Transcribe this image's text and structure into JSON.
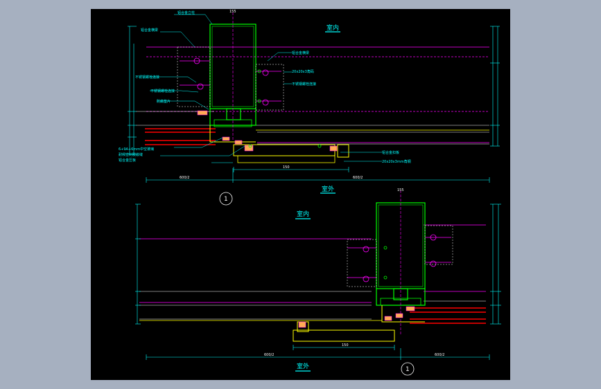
{
  "colors": {
    "background": "#a6b0c0",
    "viewport": "#000000",
    "cyan": "#00ffff",
    "green": "#00ff00",
    "magenta": "#ff00ff",
    "red": "#ff0000",
    "yellow": "#ffff00",
    "white": "#ffffff"
  },
  "sections": {
    "top": {
      "interior_label": "室内",
      "exterior_label": "室外",
      "detail_number": "1",
      "notes": [
        "铝合金立柱",
        "铝合金横梁",
        "铝合金横梁",
        "不锈钢螺栓连接",
        "20x20x3角码",
        "不锈钢螺栓连接",
        "防腐垫片",
        "6+9A+6mm中空玻璃",
        "耐候密封胶嵌缝",
        "铝合金压板",
        "铝合金扣板",
        "20x20x3mm角钢"
      ],
      "dims": [
        "150",
        "155",
        "600/2",
        "600/2"
      ]
    },
    "bottom": {
      "interior_label": "室内",
      "exterior_label": "室外",
      "detail_number": "1",
      "dims": [
        "150",
        "155",
        "600/2",
        "600/2"
      ]
    }
  }
}
